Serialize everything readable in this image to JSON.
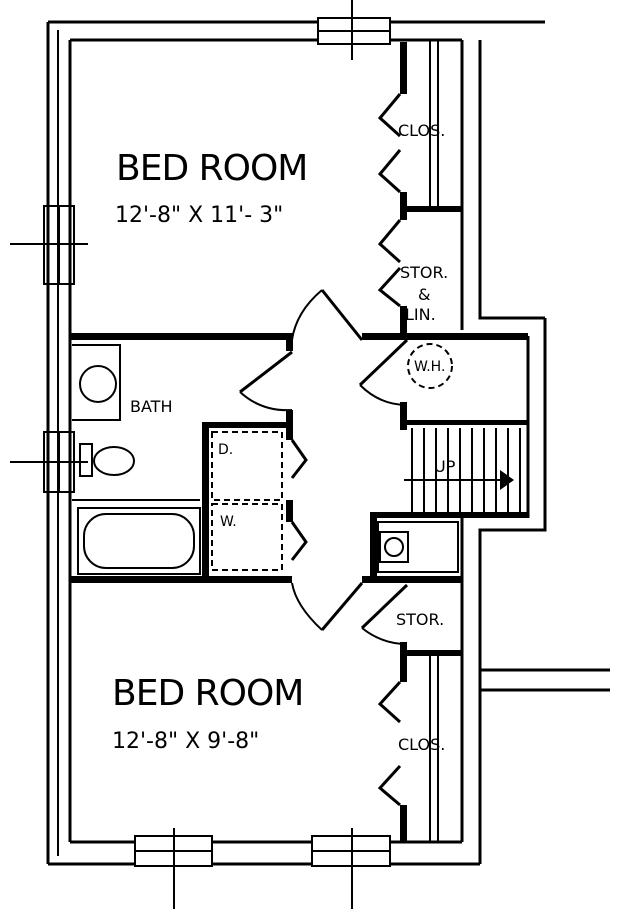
{
  "rooms": {
    "bedroom_top": {
      "name": "BED ROOM",
      "size": "12'-8\" X 11'- 3\""
    },
    "bedroom_bottom": {
      "name": "BED ROOM",
      "size": "12'-8\" X 9'-8\""
    },
    "closet_top": "CLOS.",
    "closet_bottom": "CLOS.",
    "storage_linen": {
      "line1": "STOR.",
      "line2": "&",
      "line3": "LIN."
    },
    "water_heater": "W.H.",
    "bath": "BATH",
    "dryer": "D.",
    "washer": "W.",
    "stairs": "UP",
    "storage_small": "STOR."
  }
}
